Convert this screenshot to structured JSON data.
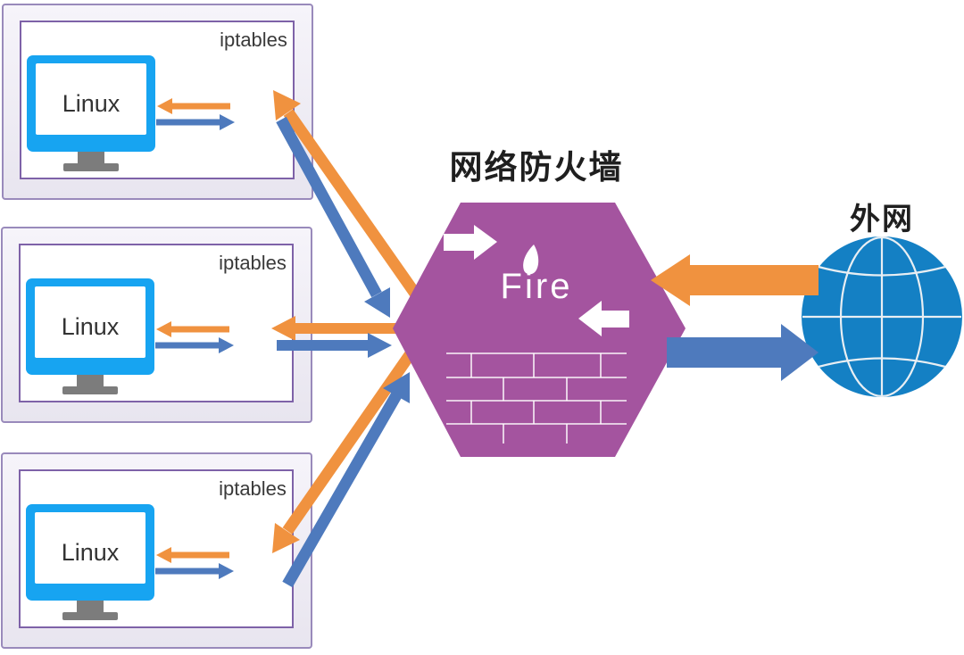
{
  "diagram": {
    "firewall": {
      "title": "网络防火墙",
      "label": "Fire"
    },
    "external": {
      "label": "外网"
    },
    "hosts": [
      {
        "os": "Linux",
        "firewall": "iptables"
      },
      {
        "os": "Linux",
        "firewall": "iptables"
      },
      {
        "os": "Linux",
        "firewall": "iptables"
      }
    ],
    "colors": {
      "inbound_arrow_orange": "#F0923F",
      "outbound_arrow_blue": "#4E7ABD",
      "firewall_hexagon_purple": "#A4549F",
      "iptables_wall_blue": "#1480C4",
      "monitor_blue": "#17A4F1",
      "globe_blue": "#1480C4",
      "box_border_purple": "#7E62A8"
    }
  }
}
